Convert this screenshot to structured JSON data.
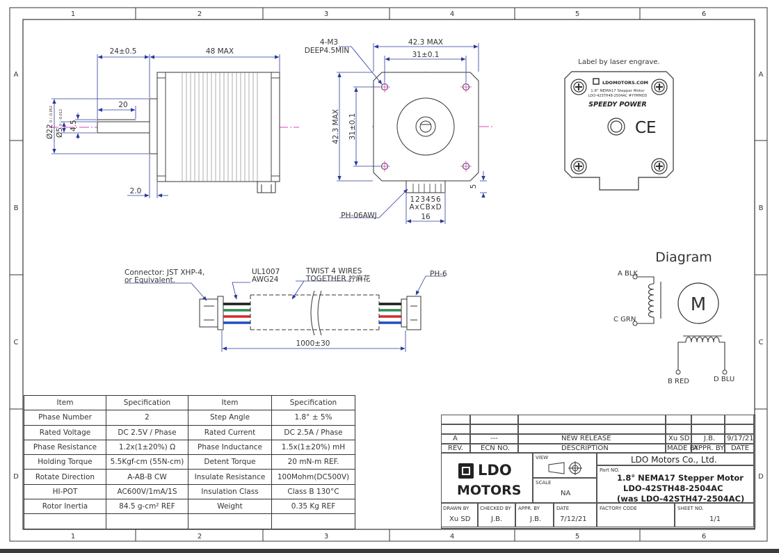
{
  "frame": {
    "columns": [
      "1",
      "2",
      "3",
      "4",
      "5",
      "6"
    ],
    "rows": [
      "A",
      "B",
      "C",
      "D"
    ]
  },
  "side_view": {
    "dim_shaft_length": "24±0.5",
    "dim_body_length": "48 MAX",
    "dim_flat_length": "20",
    "dim_boss_dia": "Ø22",
    "dim_boss_tol": "0 / -0.052",
    "dim_shaft_dia": "Ø5",
    "dim_shaft_tol": "0 / -0.012",
    "dim_flat_depth": "4.5",
    "dim_boss_height": "2.0"
  },
  "front_view": {
    "hole_spec_line1": "4-M3",
    "hole_spec_line2": "DEEP4.5MIN",
    "dim_width_max": "42.3 MAX",
    "dim_hole_pitch_x": "31±0.1",
    "dim_height_max": "42.3 MAX",
    "dim_hole_pitch_y": "31±0.1",
    "dim_connector_offset": "5",
    "pin_numbers": "123456",
    "pin_letters": "AxCBxD",
    "connector_part": "PH-06AWJ",
    "dim_connector_width": "16"
  },
  "label": {
    "note": "Label by laser engrave.",
    "brand_url": "LDOMOTORS.COM",
    "line1": "1.8° NEMA17 Stepper Motor",
    "line2": "LDO-42STH48-2504AC  #YYMMDD",
    "slogan": "SPEEDY POWER",
    "ce_mark": "CE"
  },
  "cable": {
    "connector_note_line1": "Connector: JST XHP-4,",
    "connector_note_line2": "or Equivalent.",
    "wire_spec_line1": "UL1007",
    "wire_spec_line2": "AWG24",
    "twist_line1": "TWIST 4 WIRES",
    "twist_line2": "TOGETHER 拧麻花",
    "motor_connector": "PH-6",
    "length": "1000±30",
    "wire_colors": [
      "#1a1a1a",
      "#2e8b57",
      "#d62828",
      "#1f4fc1"
    ]
  },
  "diagram": {
    "title": "Diagram",
    "motor_symbol": "M",
    "a_label": "A BLK",
    "c_label": "C GRN",
    "b_label": "B RED",
    "d_label": "D BLU"
  },
  "spec_table": {
    "header": [
      "Item",
      "Specification",
      "Item",
      "Specification"
    ],
    "rows": [
      [
        "Phase Number",
        "2",
        "Step Angle",
        "1.8° ± 5%"
      ],
      [
        "Rated Voltage",
        "DC 2.5V / Phase",
        "Rated Current",
        "DC 2.5A / Phase"
      ],
      [
        "Phase Resistance",
        "1.2x(1±20%) Ω",
        "Phase Inductance",
        "1.5x(1±20%) mH"
      ],
      [
        "Holding Torque",
        "5.5Kgf-cm (55N-cm)",
        "Detent Torque",
        "20 mN-m REF."
      ],
      [
        "Rotate Direction",
        "A-AB-B CW",
        "Insulate Resistance",
        "100Mohm(DC500V)"
      ],
      [
        "HI-POT",
        "AC600V/1mA/1S",
        "Insulation Class",
        "Class B 130°C"
      ],
      [
        "Rotor Inertia",
        "84.5 g-cm² REF",
        "Weight",
        "0.35 Kg REF"
      ],
      [
        "",
        "",
        "",
        ""
      ]
    ]
  },
  "title_block": {
    "rev_letter": "A",
    "ecn_value": "---",
    "description_value": "NEW RELEASE",
    "made_by_value": "Xu SD",
    "approved_value": "J.B.",
    "date_value": "9/17/21",
    "rev_header": "REV.",
    "ecn_header": "ECN NO.",
    "description_header": "DESCRIPTION",
    "made_by_header": "MADE BY",
    "approved_header": "APPR. BY",
    "date_header": "DATE",
    "logo_line1": "LDO",
    "logo_line2": "MOTORS",
    "view_label": "VIEW",
    "scale_label": "SCALE",
    "scale_value": "NA",
    "company": "LDO Motors Co., Ltd.",
    "part_no_label": "Part NO.",
    "part_line1": "1.8° NEMA17 Stepper Motor",
    "part_line2": "LDO-42STH48-2504AC",
    "part_line3": "(was LDO-42STH47-2504AC)",
    "drawn_by_label": "DRAWN BY",
    "drawn_by_value": "Xu SD",
    "checked_by_label": "CHECKED BY",
    "checked_by_value": "J.B.",
    "appr_by_label": "APPR. BY",
    "appr_by_value": "J.B.",
    "date_label": "DATE",
    "date_value2": "7/12/21",
    "factory_code_label": "FACTORY CODE",
    "sheet_no_label": "SHEET NO.",
    "sheet_no_value": "1/1"
  }
}
